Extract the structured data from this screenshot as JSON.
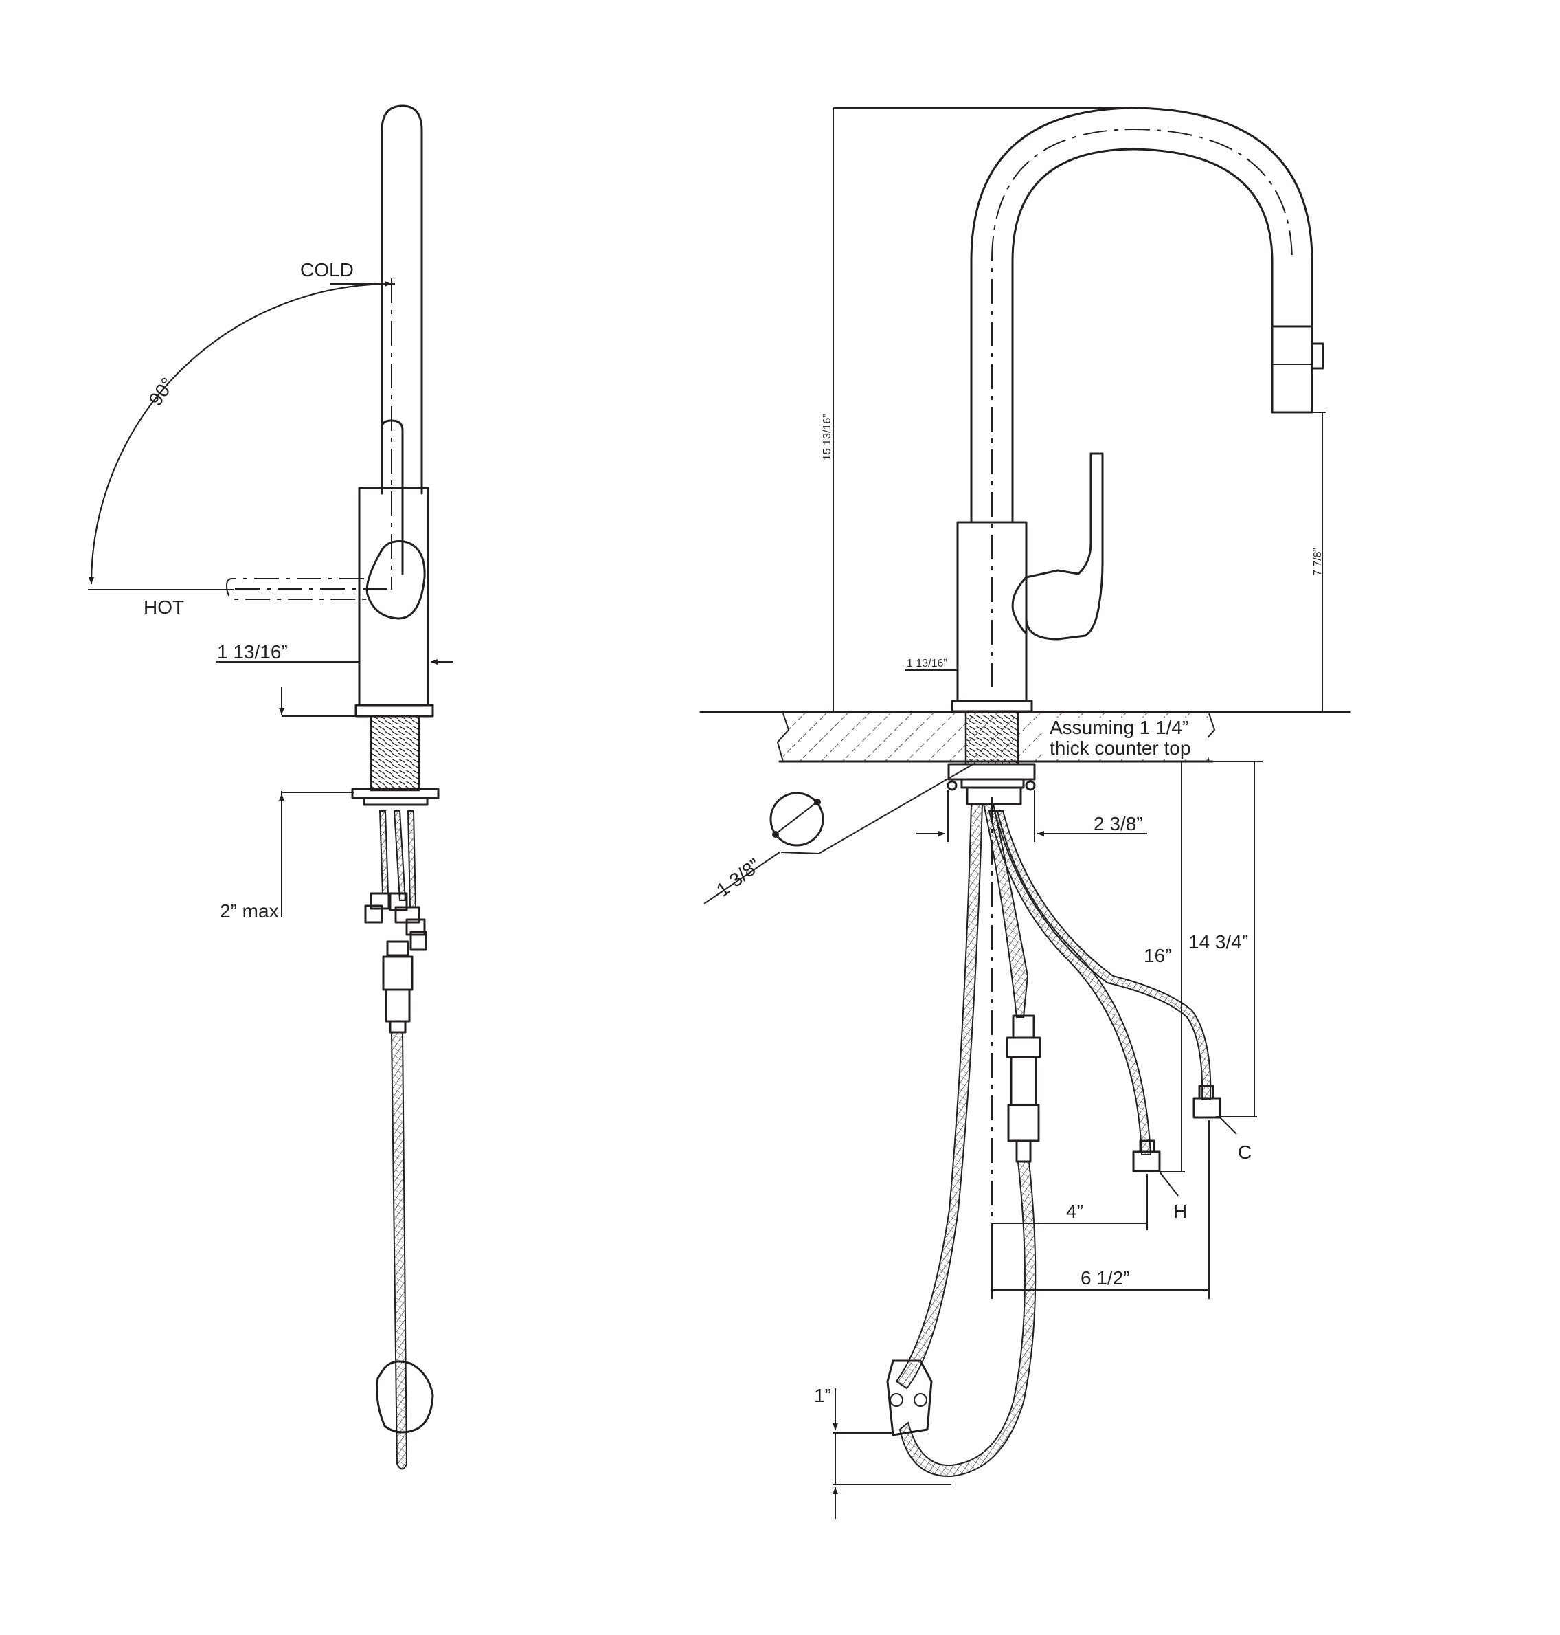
{
  "side_view": {
    "label_cold": "COLD",
    "label_hot": "HOT",
    "angle": "90°",
    "body_width": "1 13/16”",
    "below_counter": "2” max"
  },
  "front_view": {
    "total_height": "15 13/16”",
    "spout_height": "7 7/8”",
    "body_width": "1 13/16”",
    "counter_note_line1": "Assuming 1 1/4”",
    "counter_note_line2": "thick counter top",
    "hole_diameter": "1 3/8”",
    "base_width": "2 3/8”",
    "hose_length_h": "16”",
    "hose_length_c": "14 3/4”",
    "offset_h": "4”",
    "offset_c": "6 1/2”",
    "weight_clearance": "1”",
    "hot_marker": "H",
    "cold_marker": "C"
  }
}
